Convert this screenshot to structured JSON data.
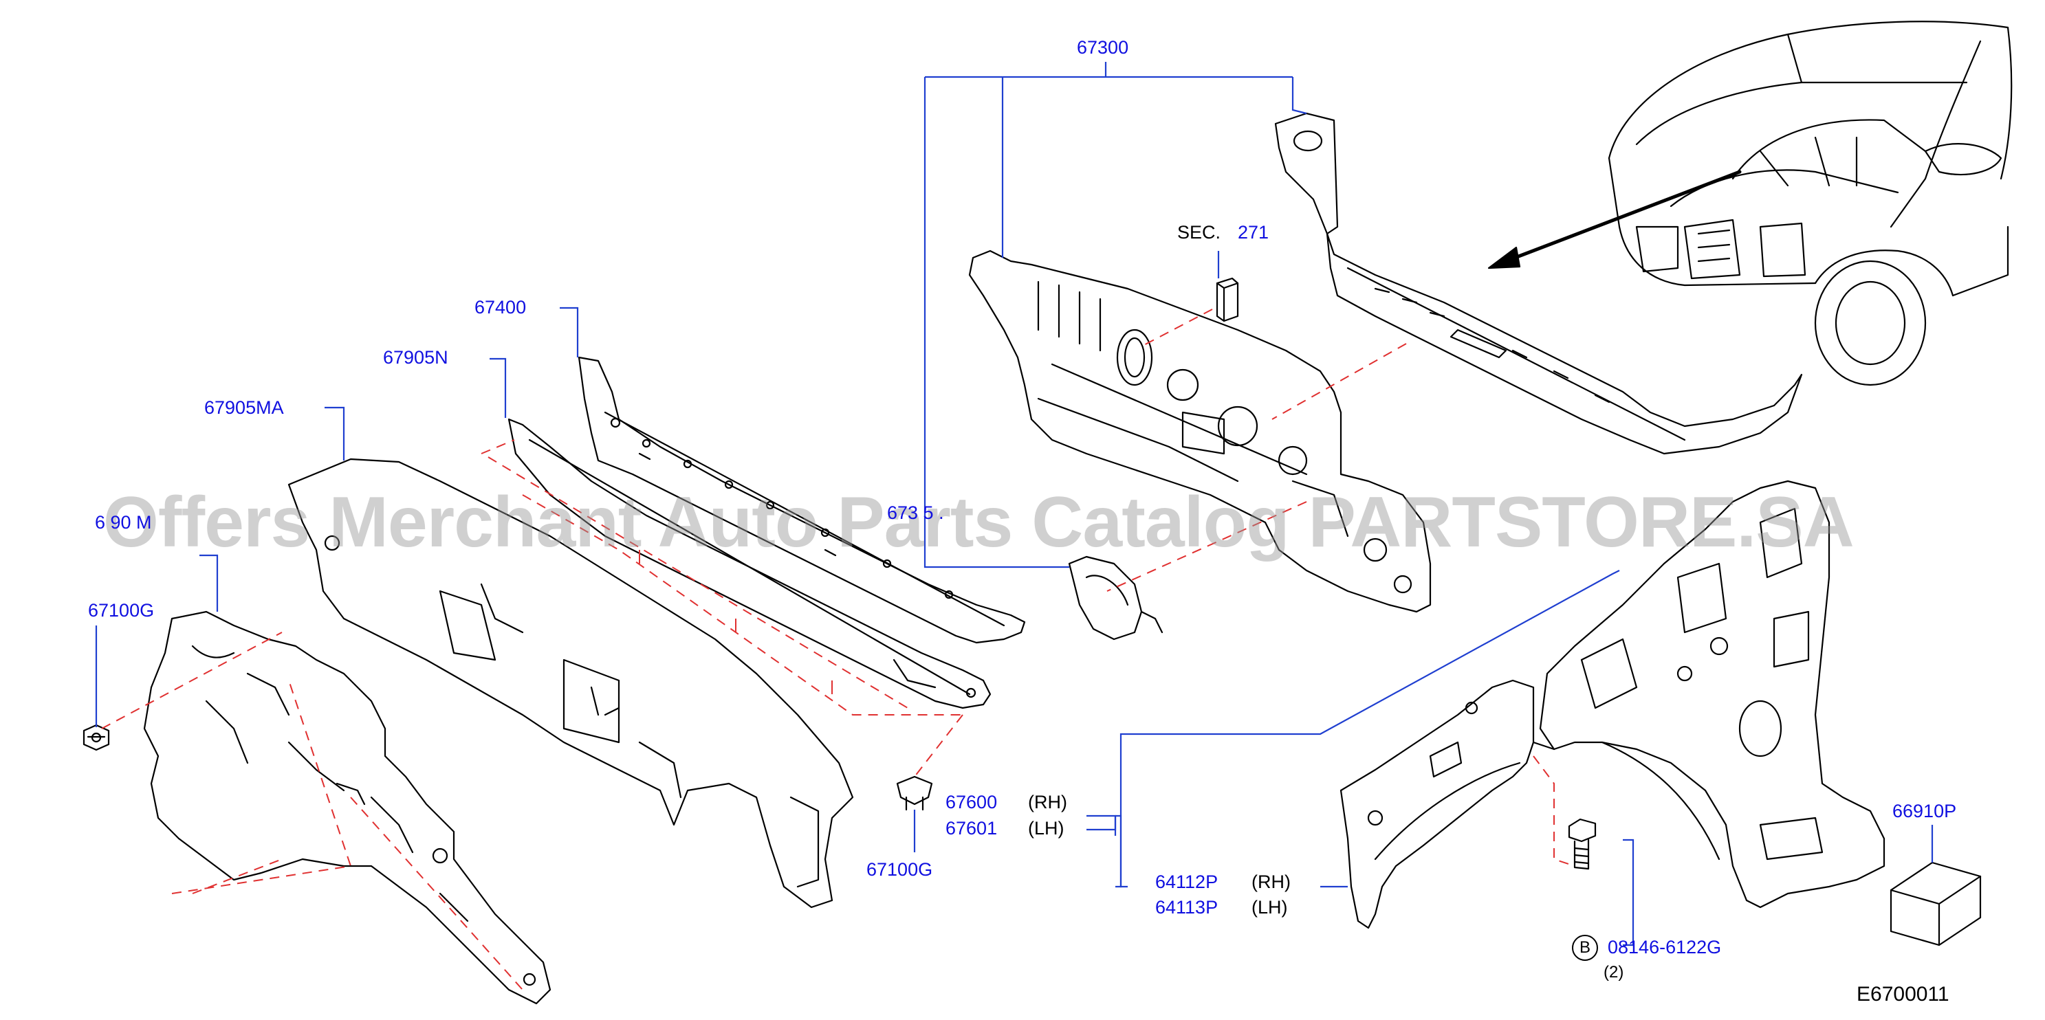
{
  "diagram": {
    "labels": {
      "p67300": "67300",
      "sec_prefix": "SEC.",
      "sec_num": "271",
      "p67400": "67400",
      "p67905N": "67905N",
      "p67905MA": "67905MA",
      "p67900_partial": "6 90 M",
      "p67100G_left": "67100G",
      "p673_partial": "673 5 .",
      "p67600": "67600",
      "p67600_side": "(RH)",
      "p67601": "67601",
      "p67601_side": "(LH)",
      "p67100G_bottom": "67100G",
      "p64112P": "64112P",
      "p64112P_side": "(RH)",
      "p64113P": "64113P",
      "p64113P_side": "(LH)",
      "p66910P": "66910P",
      "bolt_marker": "B",
      "bolt_part": "08146-6122G",
      "bolt_qty": "(2)"
    },
    "diagram_code": "E6700011",
    "watermark": "Offers Merchant Auto Parts Catalog PARTSTORE.SA"
  },
  "colors": {
    "part_number": "#1010e0",
    "leader_line": "#1f3fd0",
    "dash_line": "#e03030",
    "outline": "#000000",
    "watermark": "#b0b0b0"
  }
}
